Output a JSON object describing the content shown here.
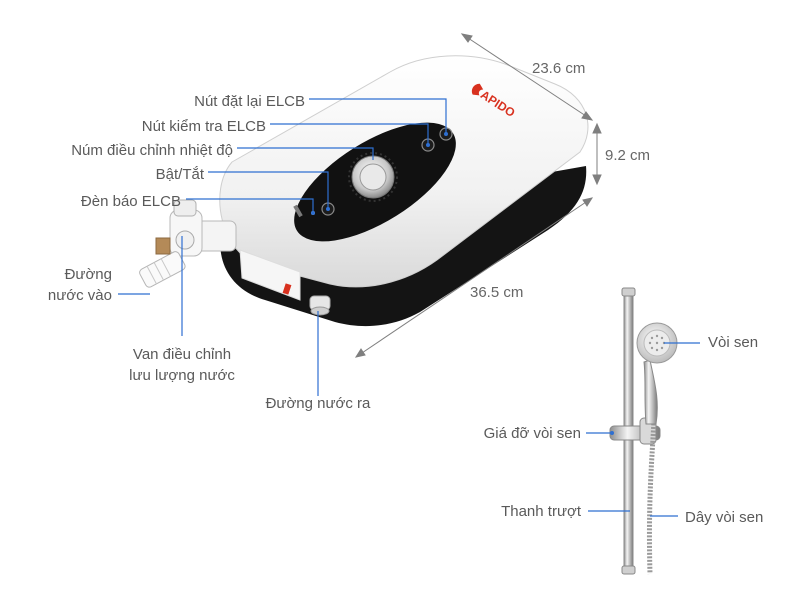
{
  "brand": "APIDO",
  "dimensions": {
    "width": "23.6 cm",
    "height": "9.2 cm",
    "length": "36.5 cm"
  },
  "labels": {
    "reset_elcb": "Nút đặt lại ELCB",
    "test_elcb": "Nút kiểm tra ELCB",
    "temp_knob": "Núm điều chỉnh nhiệt độ",
    "power": "Bật/Tắt",
    "elcb_light": "Đèn báo ELCB",
    "water_in_1": "Đường",
    "water_in_2": "nước vào",
    "flow_valve_1": "Van điều chỉnh",
    "flow_valve_2": "lưu lượng nước",
    "water_out": "Đường nước ra",
    "shower_head": "Vòi sen",
    "shower_holder": "Giá đỡ vòi sen",
    "slide_bar": "Thanh trượt",
    "shower_hose": "Dây vòi sen"
  },
  "colors": {
    "leader": "#2e6fd1",
    "body_white": "#f2f2f2",
    "body_black": "#141414"
  }
}
